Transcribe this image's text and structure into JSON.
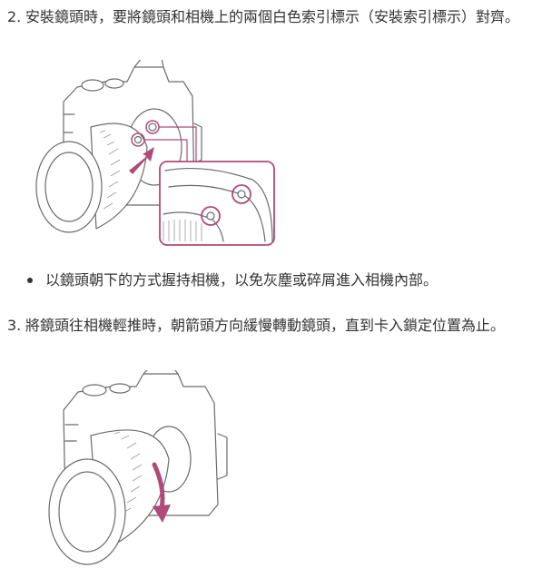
{
  "steps": [
    {
      "number": "2.",
      "text": "安裝鏡頭時，要將鏡頭和相機上的兩個白色索引標示（安裝索引標示）對齊。"
    },
    {
      "number": "3.",
      "text": "將鏡頭往相機輕推時，朝箭頭方向緩慢轉動鏡頭，直到卡入鎖定位置為止。"
    }
  ],
  "bullet": {
    "text": "以鏡頭朝下的方式握持相機，以免灰塵或碎屑進入相機內部。"
  },
  "colors": {
    "accent": "#b04a78",
    "line": "#6b6b6b",
    "text": "#333333"
  }
}
